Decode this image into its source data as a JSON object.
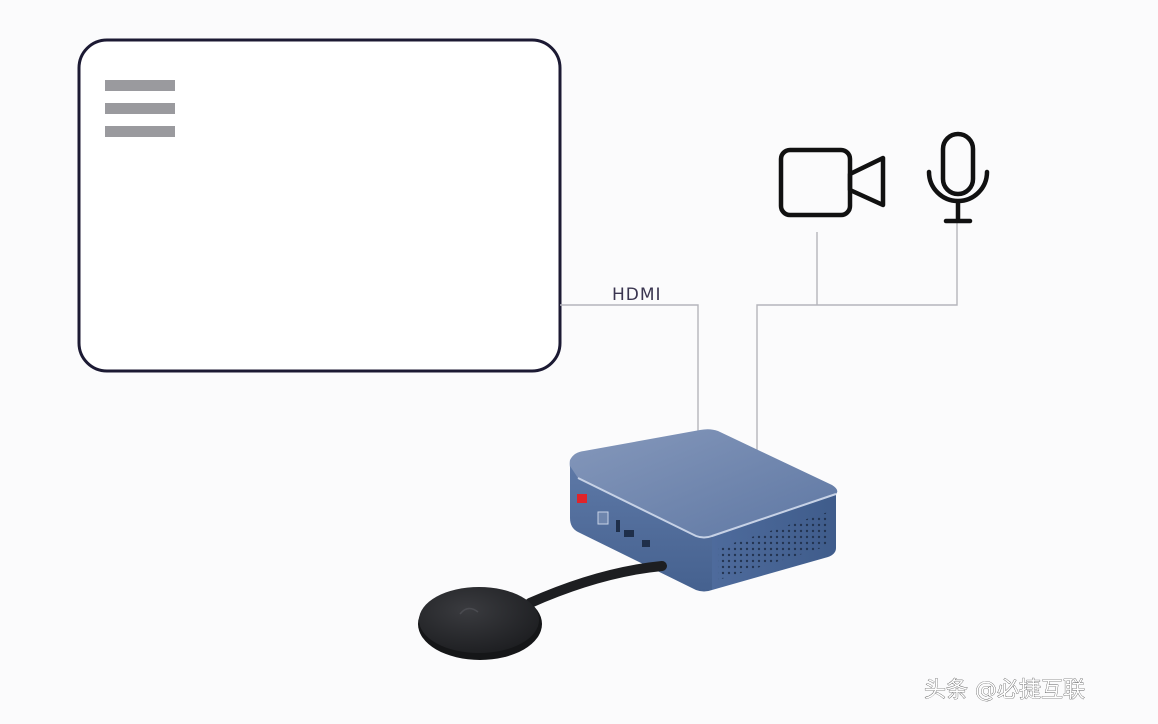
{
  "connection_label": "HDMI",
  "watermark": "头条 @必捷互联",
  "icons": {
    "display": "display-screen-icon",
    "camera": "video-camera-icon",
    "microphone": "microphone-icon",
    "menu": "menu-lines-icon",
    "box": "conference-box-device",
    "dongle": "wireless-share-button"
  },
  "colors": {
    "background": "#fbfbfc",
    "display_outline": "#1c1a33",
    "menu_bars": "#9a9a9e",
    "connector_lines": "#b5b5bb",
    "box_top": "#6f86ad",
    "box_side": "#4f6c9c",
    "dongle": "#2a2b2e"
  }
}
